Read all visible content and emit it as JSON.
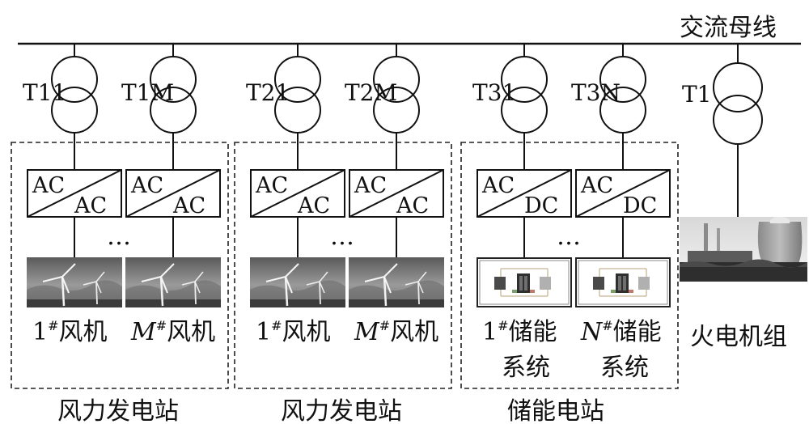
{
  "bus_label": "交流母线",
  "stations": [
    {
      "name": "风力发电站",
      "transformers": [
        "T11",
        "T1M"
      ],
      "converters": [
        {
          "in": "AC",
          "out": "AC"
        },
        {
          "in": "AC",
          "out": "AC"
        }
      ],
      "units": [
        {
          "prefix": "1",
          "sup": "#",
          "text": "风机"
        },
        {
          "prefix": "M",
          "sup": "#",
          "text": "风机"
        }
      ],
      "unit_image": "wind-turbine"
    },
    {
      "name": "风力发电站",
      "transformers": [
        "T21",
        "T2M"
      ],
      "converters": [
        {
          "in": "AC",
          "out": "AC"
        },
        {
          "in": "AC",
          "out": "AC"
        }
      ],
      "units": [
        {
          "prefix": "1",
          "sup": "#",
          "text": "风机"
        },
        {
          "prefix": "M",
          "sup": "#",
          "text": "风机"
        }
      ],
      "unit_image": "wind-turbine"
    },
    {
      "name": "储能电站",
      "transformers": [
        "T31",
        "T3N"
      ],
      "converters": [
        {
          "in": "AC",
          "out": "DC"
        },
        {
          "in": "AC",
          "out": "DC"
        }
      ],
      "units": [
        {
          "prefix": "1",
          "sup": "#",
          "text": "储能",
          "text2": "系统"
        },
        {
          "prefix": "N",
          "sup": "#",
          "text": "储能",
          "text2": "系统"
        }
      ],
      "unit_image": "battery-storage"
    }
  ],
  "thermal": {
    "transformer": "T1",
    "label": "火电机组",
    "unit_image": "power-plant"
  },
  "ellipsis": "…"
}
